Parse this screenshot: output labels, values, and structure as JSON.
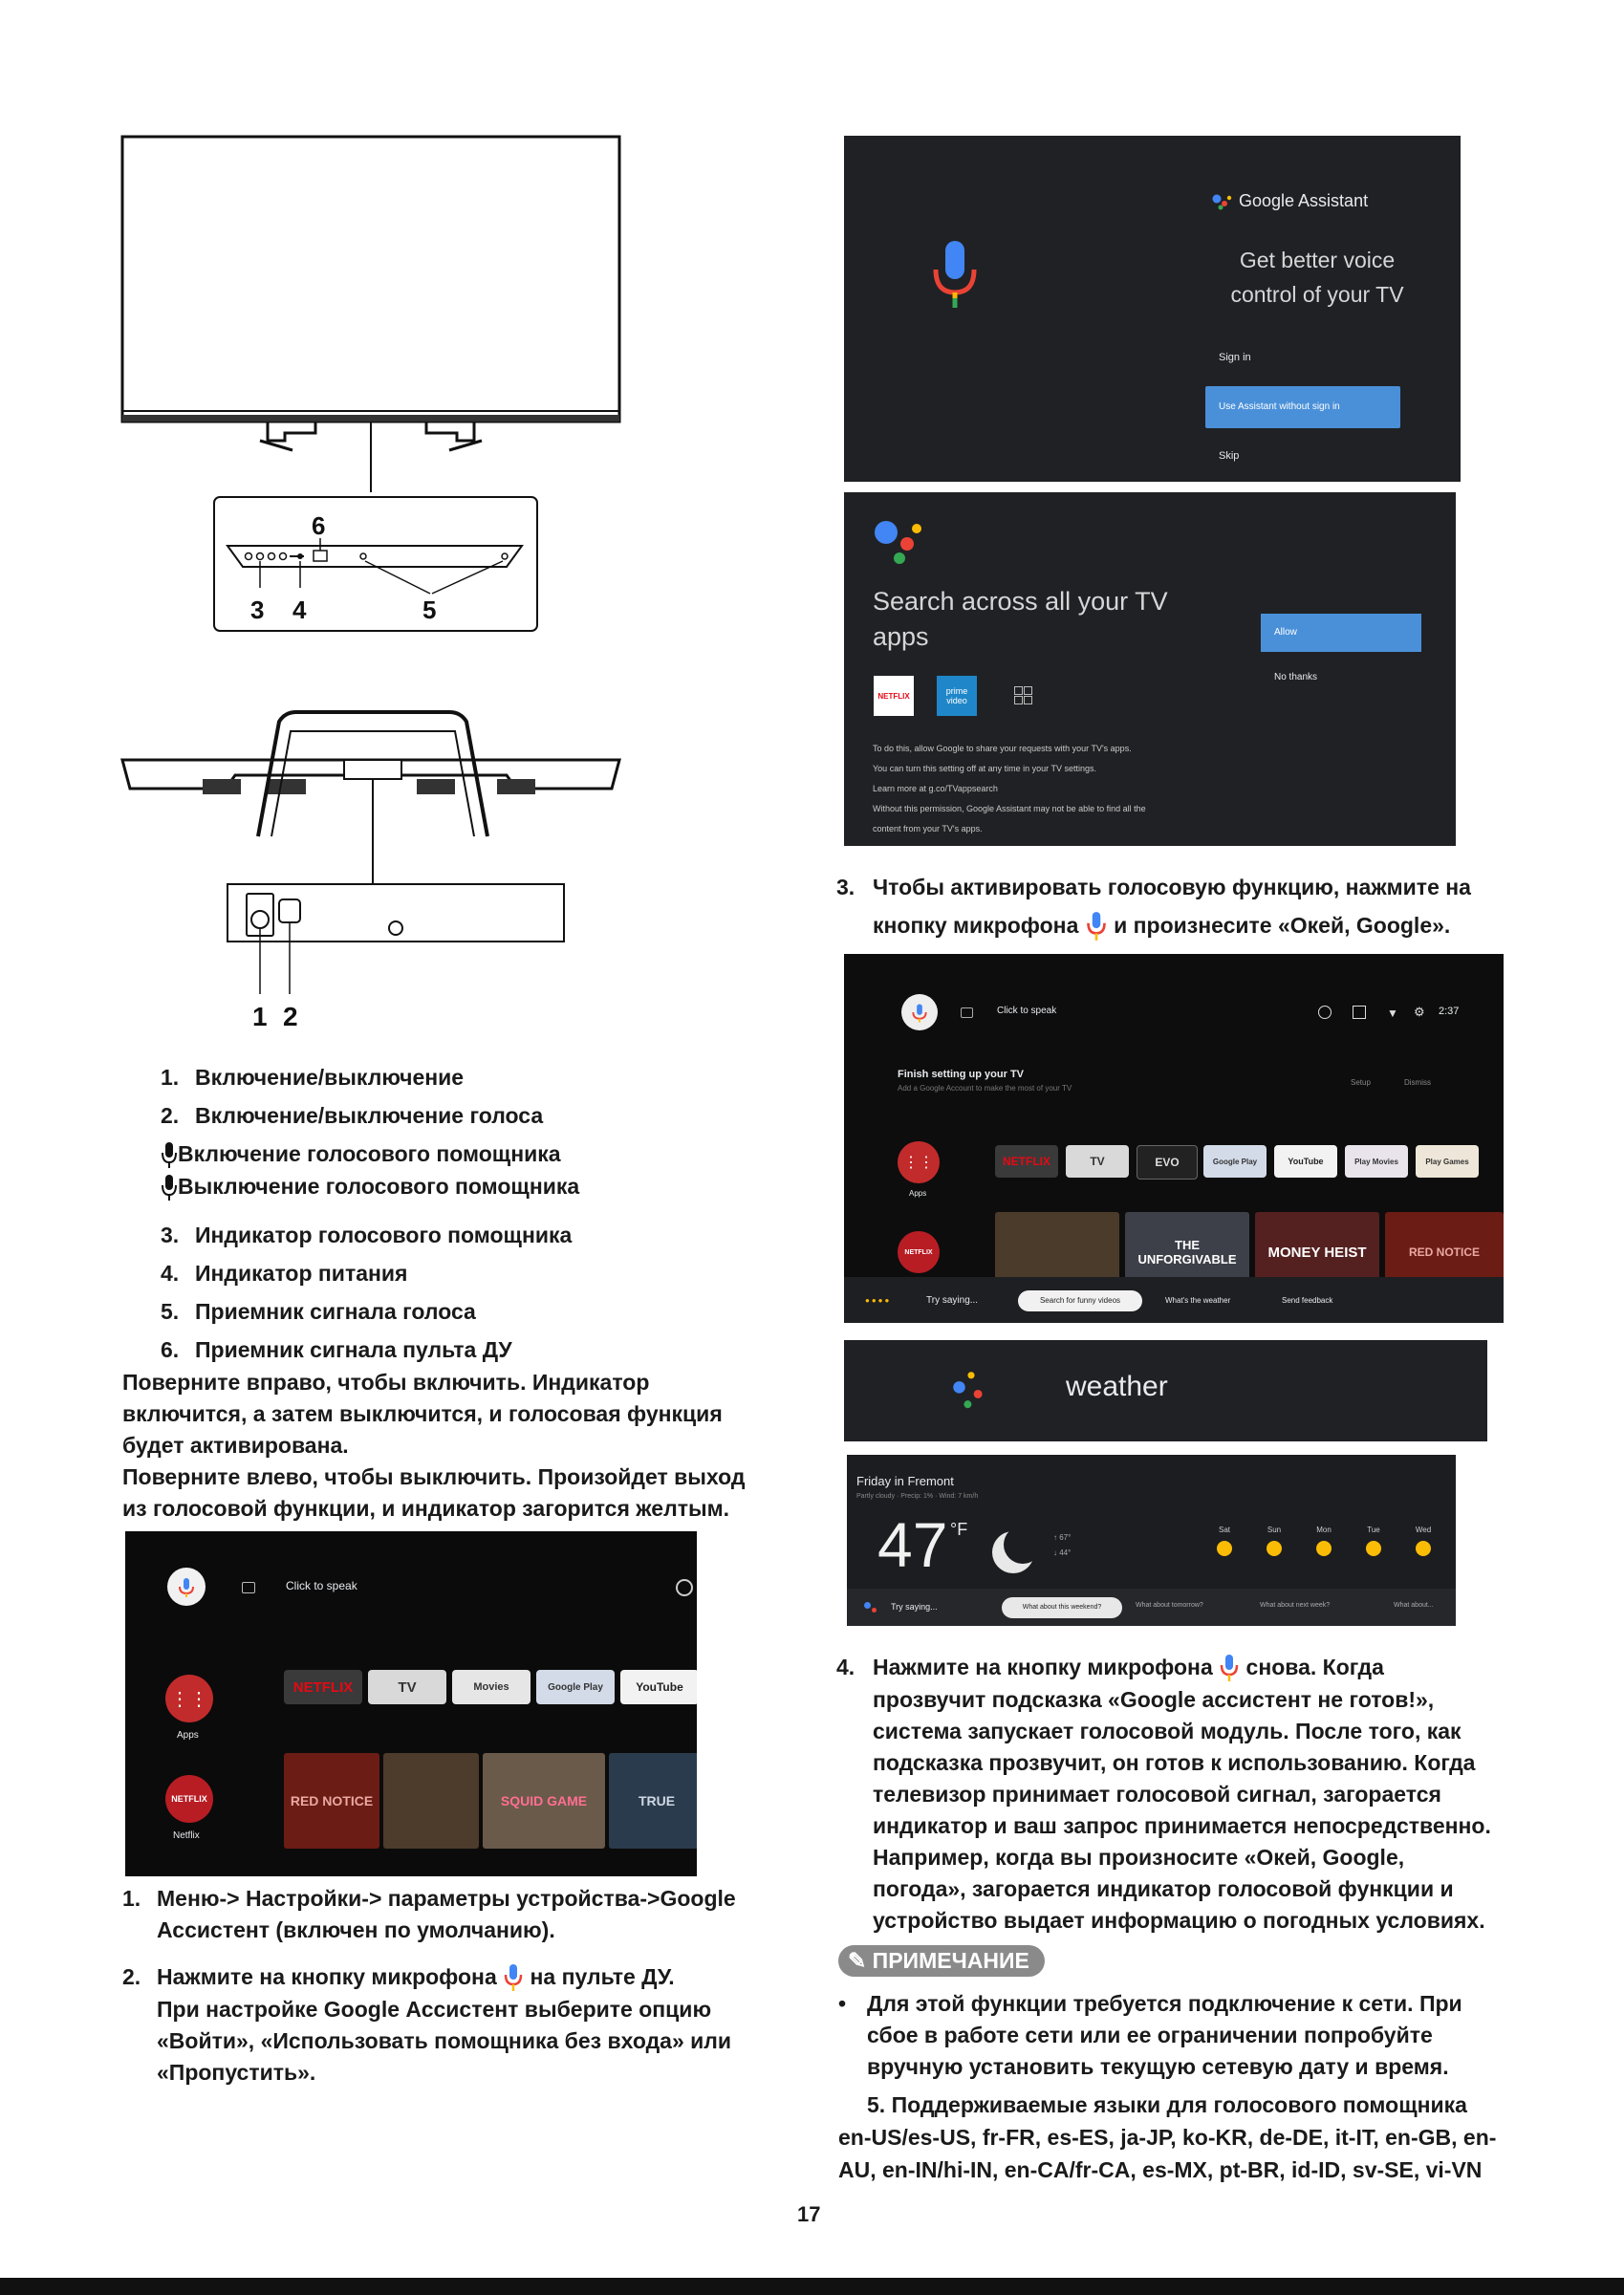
{
  "page_number": "17",
  "diagram": {
    "front_callouts": [
      "6",
      "3",
      "4",
      "5"
    ],
    "bottom_callouts": [
      "1",
      "2"
    ]
  },
  "left_list": [
    {
      "n": "1.",
      "text": "Включение/выключение"
    },
    {
      "n": "2.",
      "text": "Включение/выключение голоса"
    }
  ],
  "mic_lines": [
    "Включение голосового помощника",
    "Выключение голосового помощника"
  ],
  "left_list2": [
    {
      "n": "3.",
      "text": "Индикатор голосового помощника"
    },
    {
      "n": "4.",
      "text": "Индикатор питания"
    },
    {
      "n": "5.",
      "text": "Приемник сигнала голоса"
    },
    {
      "n": "6.",
      "text": "Приемник сигнала пульта ДУ"
    }
  ],
  "paragraph_right": [
    "Поверните вправо, чтобы включить. Индикатор",
    "включится, а затем выключится, и голосовая функция",
    "будет активирована."
  ],
  "paragraph_left": [
    "Поверните влево, чтобы выключить. Произойдет выход",
    "из голосовой функции, и индикатор загорится желтым."
  ],
  "home_screen_small": {
    "click_to_speak": "Click to speak",
    "apps_label": "Apps",
    "netflix_label": "Netflix",
    "tiles": [
      "NETFLIX",
      "TV",
      "Movies",
      "Google Play",
      "YouTube"
    ],
    "posters": [
      "RED NOTICE",
      "",
      "SQUID GAME",
      "TRUE"
    ]
  },
  "step1": {
    "n": "1.",
    "lines": [
      "Меню-> Настройки-> параметры устройства->Google",
      "Ассистент (включен по умолчанию)."
    ]
  },
  "step2": {
    "n": "2.",
    "line1a": "Нажмите на кнопку микрофона",
    "line1b": "на пульте ДУ.",
    "lines": [
      "При настройке Google Ассистент выберите опцию",
      "«Войти», «Использовать помощника без входа» или",
      "«Пропустить»."
    ]
  },
  "ga_setup": {
    "brand": "Google Assistant",
    "headline": [
      "Get better voice",
      "control of your TV"
    ],
    "options": [
      "Sign in",
      "Use Assistant without sign in",
      "Skip"
    ]
  },
  "ga_search": {
    "headline": [
      "Search across all your TV",
      "apps"
    ],
    "allow": "Allow",
    "no_thanks": "No thanks",
    "app_netflix": "NETFLIX",
    "app_prime": "prime video",
    "fine_print": [
      "To do this, allow Google to share your requests with your TV's apps.",
      "You can turn this setting off at any time in your TV settings.",
      "Learn more at g.co/TVappsearch",
      "Without this permission, Google Assistant may not be able to find all the",
      "content from your TV's apps."
    ]
  },
  "step3": {
    "n": "3.",
    "line1": "Чтобы активировать голосовую функцию, нажмите на",
    "line2a": "кнопку микрофона",
    "line2b": "и произнесите «Окей, Google»."
  },
  "home_screen_large": {
    "click_to_speak": "Click to speak",
    "time": "2:37",
    "finish_title": "Finish setting up your TV",
    "finish_sub": "Add a Google Account to make the most of your TV",
    "finish_btns": [
      "Setup",
      "Dismiss"
    ],
    "apps_label": "Apps",
    "tiles": [
      "NETFLIX",
      "TV",
      "EVO",
      "Google Play",
      "YouTube",
      "Play Movies",
      "Play Games"
    ],
    "posters": [
      "",
      "THE UNFORGIVABLE",
      "MONEY HEIST",
      "RED NOTICE"
    ],
    "try_saying": "Try saying...",
    "chips": [
      "Search for funny videos",
      "What's the weather",
      "Send feedback"
    ]
  },
  "weather_query": "weather",
  "weather_card": {
    "title": "Friday in Fremont",
    "sub": "Partly cloudy · Precip: 1% · Wind: 7 km/h",
    "temp": "47",
    "unit": "°F",
    "hi": "↑ 67°",
    "lo": "↓ 44°",
    "days": [
      "Sat",
      "Sun",
      "Mon",
      "Tue",
      "Wed"
    ],
    "try_saying": "Try saying...",
    "chips": [
      "What about this weekend?",
      "What about tomorrow?",
      "What about next week?",
      "What about..."
    ]
  },
  "step4": {
    "n": "4.",
    "line1a": "Нажмите на кнопку микрофона",
    "line1b": "снова. Когда",
    "lines": [
      "прозвучит подсказка «Google ассистент не готов!»,",
      "система запускает голосовой модуль. После того, как",
      "подсказка прозвучит, он готов к использованию. Когда",
      "телевизор принимает голосовой сигнал, загорается",
      "индикатор и ваш запрос принимается непосредственно.",
      "Например, когда вы произносите «Окей, Google,",
      "погода», загорается индикатор голосовой функции и",
      "устройство выдает информацию о погодных условиях."
    ]
  },
  "note": {
    "badge": "ПРИМЕЧАНИЕ",
    "bullet_lines": [
      "Для этой функции требуется подключение к сети. При",
      "сбое в работе сети или ее ограничении попробуйте",
      "вручную установить текущую сетевую дату и время."
    ]
  },
  "step5": {
    "lines": [
      "5.  Поддерживаемые языки для голосового помощника",
      "en-US/es-US, fr-FR, es-ES, ja-JP, ko-KR, de-DE, it-IT, en-GB, en-",
      "AU, en-IN/hi-IN, en-CA/fr-CA, es-MX, pt-BR, id-ID, sv-SE, vi-VN"
    ]
  },
  "colors": {
    "ga_blue": "#4285f4",
    "ga_red": "#ea4335",
    "ga_yellow": "#fbbc05",
    "ga_green": "#34a853",
    "note_gray": "#8a8a8a"
  }
}
